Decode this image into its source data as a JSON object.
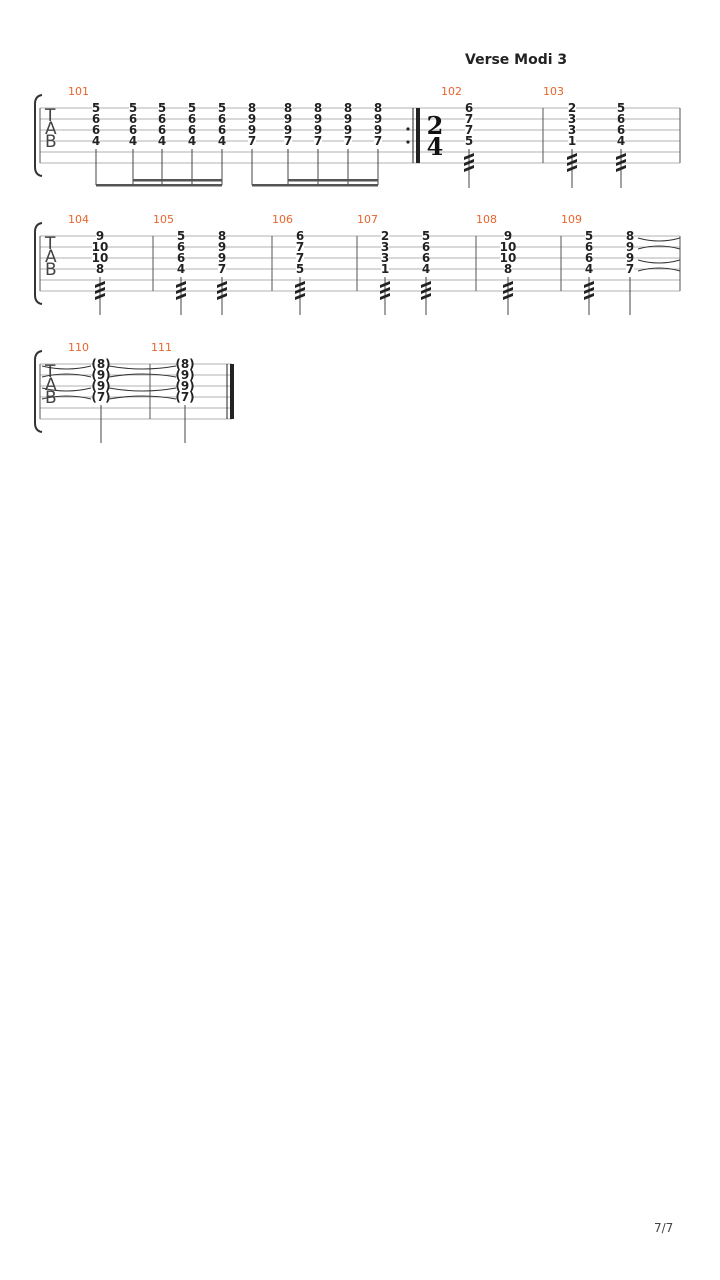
{
  "section_title": "Verse Modi 3",
  "page_number": "7/7",
  "tab_clef": [
    "T",
    "A",
    "B"
  ],
  "time_signature": {
    "top": "2",
    "bottom": "4",
    "at_measure": "102"
  },
  "colors": {
    "measure_number": "#e8642c",
    "notes": "#222222",
    "staff_lines": "#999999"
  },
  "systems": [
    {
      "measures": [
        {
          "number": "101",
          "repeat_end": true,
          "beats": [
            {
              "frets": [
                "5",
                "6",
                "6",
                "4"
              ],
              "beam": "group1"
            },
            {
              "frets": [
                "5",
                "6",
                "6",
                "4"
              ],
              "beam": "group1"
            },
            {
              "frets": [
                "5",
                "6",
                "6",
                "4"
              ],
              "beam": "group1"
            },
            {
              "frets": [
                "5",
                "6",
                "6",
                "4"
              ],
              "beam": "group1"
            },
            {
              "frets": [
                "5",
                "6",
                "6",
                "4"
              ],
              "beam": "group1"
            },
            {
              "frets": [
                "8",
                "9",
                "9",
                "7"
              ],
              "beam": "group2"
            },
            {
              "frets": [
                "8",
                "9",
                "9",
                "7"
              ],
              "beam": "group2"
            },
            {
              "frets": [
                "8",
                "9",
                "9",
                "7"
              ],
              "beam": "group2"
            },
            {
              "frets": [
                "8",
                "9",
                "9",
                "7"
              ],
              "beam": "group2"
            },
            {
              "frets": [
                "8",
                "9",
                "9",
                "7"
              ],
              "beam": "group2"
            }
          ]
        },
        {
          "number": "102",
          "beats": [
            {
              "frets": [
                "6",
                "7",
                "7",
                "5"
              ],
              "tremolo": true
            }
          ]
        },
        {
          "number": "103",
          "beats": [
            {
              "frets": [
                "2",
                "3",
                "3",
                "1"
              ],
              "tremolo": true
            },
            {
              "frets": [
                "5",
                "6",
                "6",
                "4"
              ],
              "tremolo": true
            }
          ]
        }
      ]
    },
    {
      "measures": [
        {
          "number": "104",
          "beats": [
            {
              "frets": [
                "9",
                "10",
                "10",
                "8"
              ],
              "tremolo": true
            }
          ]
        },
        {
          "number": "105",
          "beats": [
            {
              "frets": [
                "5",
                "6",
                "6",
                "4"
              ],
              "tremolo": true
            },
            {
              "frets": [
                "8",
                "9",
                "9",
                "7"
              ],
              "tremolo": true
            }
          ]
        },
        {
          "number": "106",
          "beats": [
            {
              "frets": [
                "6",
                "7",
                "7",
                "5"
              ],
              "tremolo": true
            }
          ]
        },
        {
          "number": "107",
          "beats": [
            {
              "frets": [
                "2",
                "3",
                "3",
                "1"
              ],
              "tremolo": true
            },
            {
              "frets": [
                "5",
                "6",
                "6",
                "4"
              ],
              "tremolo": true
            }
          ]
        },
        {
          "number": "108",
          "beats": [
            {
              "frets": [
                "9",
                "10",
                "10",
                "8"
              ],
              "tremolo": true
            }
          ]
        },
        {
          "number": "109",
          "beats": [
            {
              "frets": [
                "5",
                "6",
                "6",
                "4"
              ],
              "tremolo": true
            },
            {
              "frets": [
                "8",
                "9",
                "9",
                "7"
              ],
              "tremolo": false,
              "tie_out": true
            }
          ]
        }
      ]
    },
    {
      "measures": [
        {
          "number": "110",
          "beats": [
            {
              "frets": [
                "(8)",
                "(9)",
                "(9)",
                "(7)"
              ],
              "tie_in": true,
              "tie_out": true
            }
          ]
        },
        {
          "number": "111",
          "final_barline": true,
          "beats": [
            {
              "frets": [
                "(8)",
                "(9)",
                "(9)",
                "(7)"
              ],
              "tie_in": true
            }
          ]
        }
      ]
    }
  ]
}
